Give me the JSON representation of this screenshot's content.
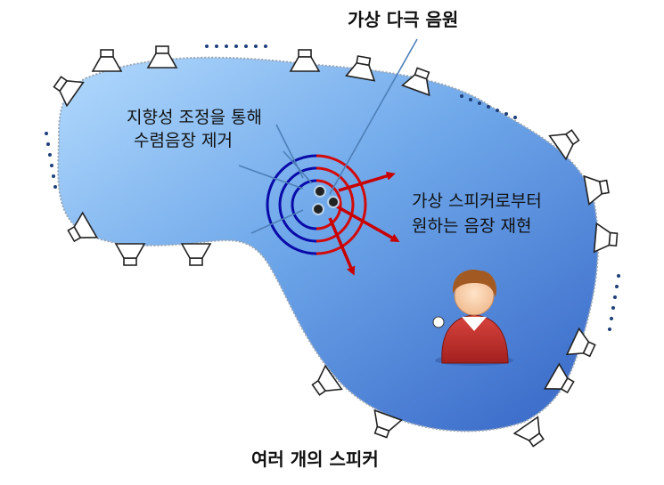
{
  "labels": {
    "virtual_source": "가상 다극 음원",
    "directivity_line1": "지향성 조정을 통해",
    "directivity_line2": "수렴음장 제거",
    "reproduce_line1": "가상 스피커로부터",
    "reproduce_line2": "원하는 음장 재현",
    "speakers": "여러 개의 스피커"
  },
  "icons": [
    "loudspeaker-icon",
    "listener-person-icon",
    "virtual-multipole-source-icon"
  ],
  "colors": {
    "room_light": "#a9d2fb",
    "room_dark": "#3a6cc8",
    "ring_blue": "#0a0aa8",
    "ring_red": "#d20a0a",
    "arrow_red": "#c80000",
    "dots": "#1f3f7a",
    "shirt": "#c8322e",
    "hair": "#a35a22"
  }
}
